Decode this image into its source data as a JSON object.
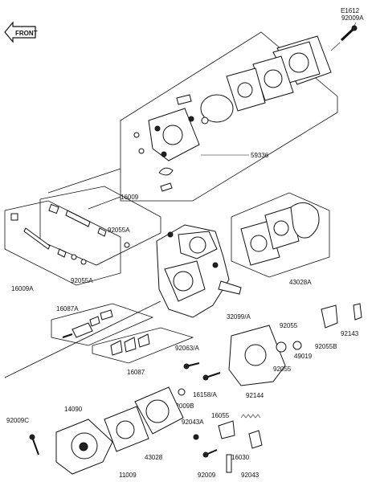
{
  "diagram_id": "E1612",
  "front_label": "FRONT",
  "parts": {
    "p92009A": "92009A",
    "p59336": "59336",
    "p16009": "16009",
    "p92055A_top": "92055A",
    "p92055A_bot": "92055A",
    "p16009A": "16009A",
    "p43028A": "43028A",
    "p16087A": "16087A",
    "p16087": "16087",
    "p32099A": "32099/A",
    "p92055": "92055",
    "p92055_b": "92055",
    "p49019": "49019",
    "p92055B": "92055B",
    "p92143": "92143",
    "p92063A": "92063/A",
    "p92009B": "92009B",
    "p16158A": "16158/A",
    "p92144": "92144",
    "p92043A": "92043A",
    "p16055": "16055",
    "p16030": "16030",
    "p14090": "14090",
    "p92009C": "92009C",
    "p43028": "43028",
    "p11009": "11009",
    "p92009": "92009",
    "p92043": "92043"
  }
}
